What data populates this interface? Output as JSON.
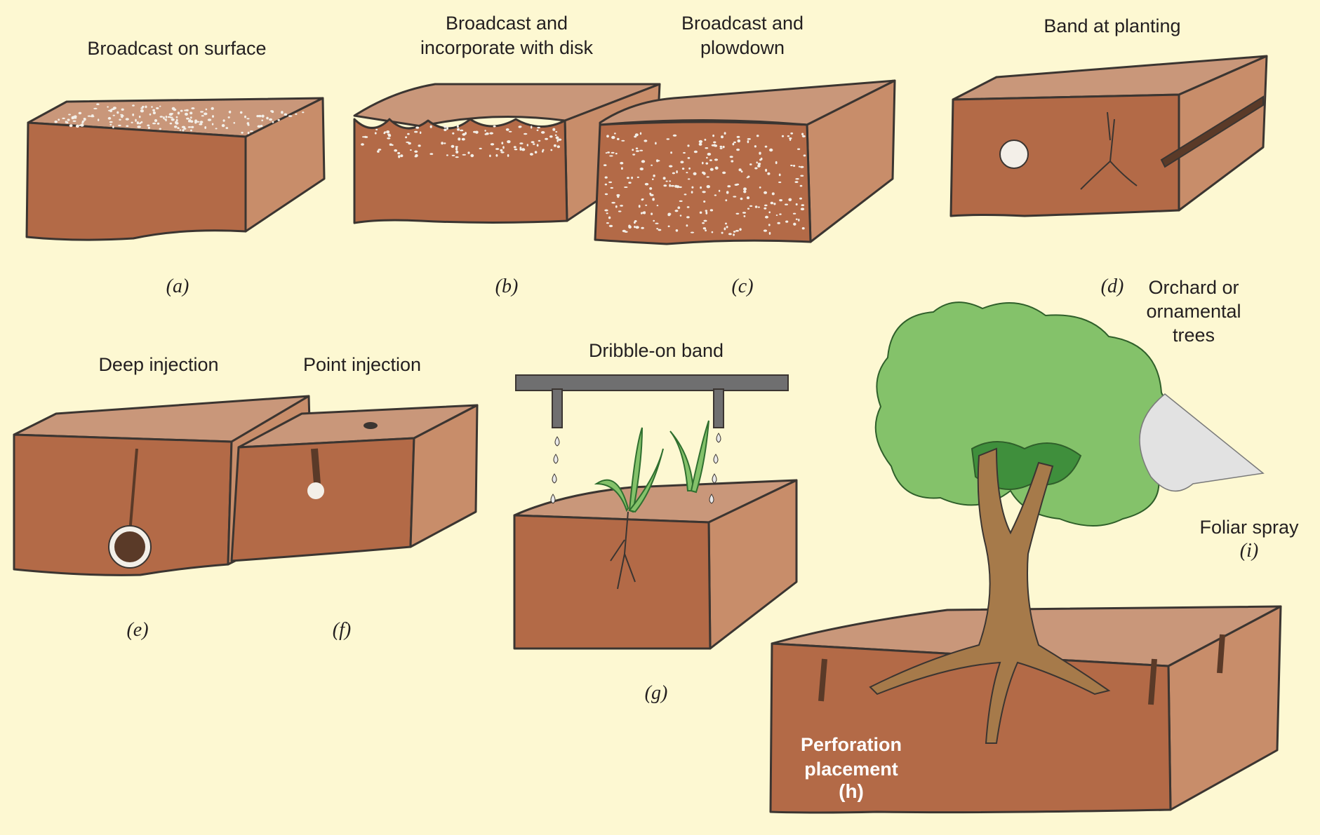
{
  "colors": {
    "background": "#fdf8d2",
    "soil_front": "#b36a47",
    "soil_side": "#c88d6a",
    "soil_top": "#c9977a",
    "outline": "#3b3531",
    "fertilizer": "#f3efe8",
    "foliage": "#84c26a",
    "foliage_dark": "#3f8f3c",
    "trunk": "#a67a4a",
    "pipe": "#6f6f70",
    "spray": "#e2e2e2"
  },
  "panels": [
    {
      "id": "a",
      "label": [
        "Broadcast on surface"
      ],
      "caption": "(a)"
    },
    {
      "id": "b",
      "label": [
        "Broadcast and",
        "incorporate with disk"
      ],
      "caption": "(b)"
    },
    {
      "id": "c",
      "label": [
        "Broadcast and",
        "plowdown"
      ],
      "caption": "(c)"
    },
    {
      "id": "d",
      "label": [
        "Band at planting"
      ],
      "caption": "(d)"
    },
    {
      "id": "e",
      "label": [
        "Deep injection"
      ],
      "caption": "(e)"
    },
    {
      "id": "f",
      "label": [
        "Point injection"
      ],
      "caption": "(f)"
    },
    {
      "id": "g",
      "label": [
        "Dribble-on band"
      ],
      "caption": "(g)"
    },
    {
      "id": "h",
      "label": [
        "Perforation",
        "placement"
      ],
      "caption": "(h)"
    },
    {
      "id": "i",
      "label": [
        "Foliar spray"
      ],
      "caption": "(i)"
    },
    {
      "id": "trees",
      "label": [
        "Orchard or",
        "ornamental",
        "trees"
      ],
      "caption": ""
    }
  ]
}
